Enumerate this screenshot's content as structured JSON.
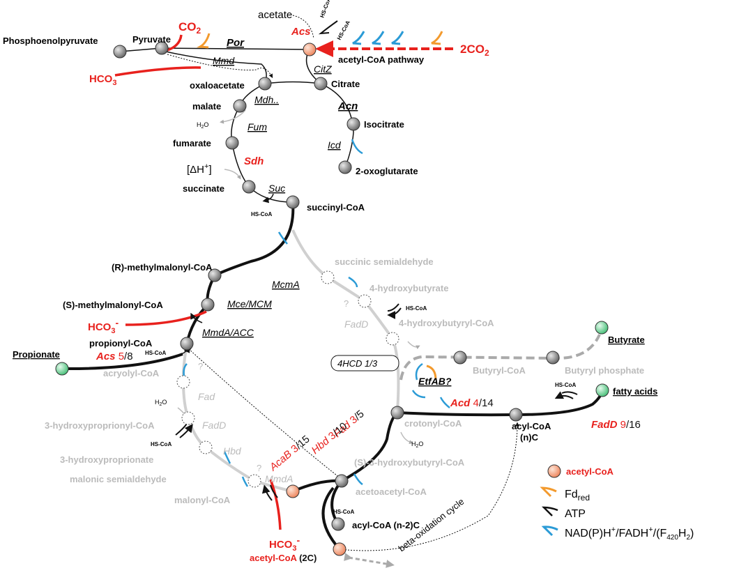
{
  "colors": {
    "main_path": "#111111",
    "inactive_path": "#cccccc",
    "co2_red": "#e8211d",
    "node_gray": "#808080",
    "node_acetylcoa": "#f4a582",
    "node_green": "#7ed6a0",
    "label_gray": "#b5b5b5",
    "enzyme_red": "#e0231d",
    "fd_arrow": "#f39a2d",
    "atp_arrow": "#111111",
    "nadh_arrow": "#2b9bd6"
  },
  "metabolites": {
    "pep": "Phosphoenolpyruvate",
    "pyruvate": "Pyruvate",
    "oxaloacetate": "oxaloacetate",
    "citrate": "Citrate",
    "malate": "malate",
    "isocitrate": "Isocitrate",
    "fumarate": "fumarate",
    "oxoglutarate": "2-oxoglutarate",
    "succinate": "succinate",
    "succinyl_coa": "succinyl-CoA",
    "r_mm_coa": "(R)-methylmalonyl-CoA",
    "s_mm_coa": "(S)-methylmalonyl-CoA",
    "propionyl_coa": "propionyl-CoA",
    "propionate": "Propionate",
    "succ_semialdehyde": "succinic semialdehyde",
    "hydroxybutyrate": "4-hydroxybutyrate",
    "hydroxybutyryl_coa": "4-hydroxybutyryl-CoA",
    "butyrate": "Butyrate",
    "butyryl_coa": "Butyryl-CoA",
    "butyryl_phosphate": "Butyryl phosphate",
    "fatty_acids": "fatty acids",
    "acryloyl_coa": "acryolyl-CoA",
    "hp_coa": "3-hydroxyproprionyl-CoA",
    "hp": "3-hydroxyproprionate",
    "malonic_sa": "malonic semialdehyde",
    "malonyl_coa": "malonyl-CoA",
    "crotonyl_coa": "crotonyl-CoA",
    "hb_coa": "(S)-3-hydroxybutyryl-CoA",
    "acetoacetyl_coa": "acetoacetyl-CoA",
    "acyl_coa_n": "acyl-CoA",
    "acyl_coa_n_sub": "(n)C",
    "acyl_coa_n2": "acyl-CoA (n-2)C",
    "acetyl_coa_2c": "acetyl-CoA",
    "acetyl_coa_2c_sub": "(2C)",
    "acetate": "acetate",
    "acetyl_coa_pathway": "acetyl-CoA pathway",
    "co2": "CO",
    "co2_sub": "2",
    "co2x2": "2CO",
    "co2x2_sub": "2",
    "hco3": "HCO",
    "hco3_sub": "3",
    "hco3_sup": "-",
    "h2o": "H",
    "h2o_sub": "2",
    "h2o_o": "O",
    "proton": "[ΔH",
    "proton_sup": "+",
    "proton_close": "]",
    "hs_coa": "HS-CoA"
  },
  "enzymes": {
    "por": "Por",
    "acs": "Acs",
    "mmd": "Mmd",
    "citz": "CitZ",
    "mdh": "Mdh..",
    "acn": "Acn",
    "fum": "Fum",
    "icd": "Icd",
    "sdh": "Sdh",
    "suc": "Suc",
    "mcma": "McmA",
    "mce_mcm": "Mce/MCM",
    "mmda_acc": "MmdA/ACC",
    "acs_prop": "Acs",
    "acs_prop_count": "5",
    "acs_prop_total": "/8",
    "fadd_upper": "FadD",
    "hcd": "4HCD 1/3",
    "etfab": "EtfAB?",
    "acd": "Acd",
    "acd_count": "4",
    "acd_total": "/14",
    "fadd": "FadD",
    "fadd_count": "9",
    "fadd_total": "/16",
    "fad_red": "Fad",
    "fad_red_count": "3",
    "fad_red_total": "/5",
    "hbd_red": "Hbd",
    "hbd_red_count": "3",
    "hbd_red_total": "/10",
    "acab": "AcaB",
    "acab_count": "3",
    "acab_total": "/15",
    "fad_gray": "Fad",
    "fadd_gray": "FadD",
    "hbd_gray": "Hbd",
    "mmda_gray": "MmdA",
    "question": "?",
    "beta_oxidation": "beta-oxidation cycle"
  },
  "legend": {
    "acetyl_coa": "acetyl-CoA",
    "fd": "Fd",
    "fd_sub": "red",
    "atp": "ATP",
    "nadh_a": "NAD(P)H",
    "nadh_a_sup": "+",
    "nadh_b": "/FADH",
    "nadh_b_sup": "+",
    "nadh_c": "/(F",
    "nadh_c_sub": "420",
    "nadh_d": "H",
    "nadh_d_sub": "2",
    "nadh_e": ")"
  }
}
